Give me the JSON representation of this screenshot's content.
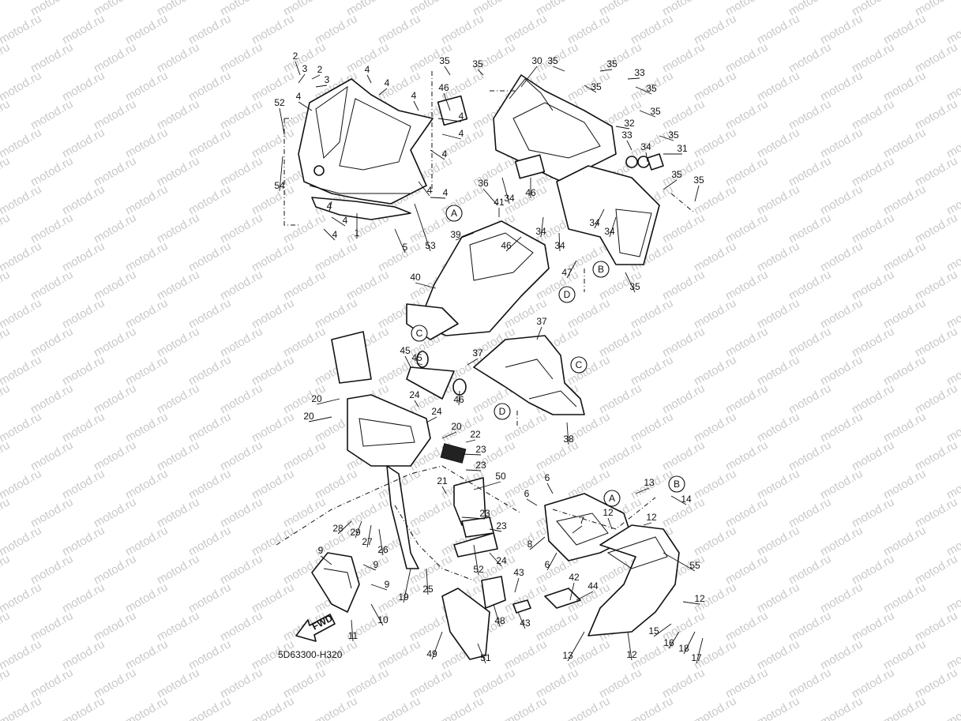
{
  "diagram": {
    "drawing_code": "5D63300-H320",
    "watermark": "motod.ru",
    "fwd_label": "FWD",
    "ref_circles": [
      "A",
      "A",
      "B",
      "B",
      "C",
      "C",
      "D",
      "D"
    ],
    "part_numbers": [
      "1",
      "2",
      "2",
      "3",
      "3",
      "4",
      "4",
      "4",
      "4",
      "4",
      "4",
      "4",
      "4",
      "4",
      "4",
      "4",
      "4",
      "5",
      "6",
      "6",
      "6",
      "7",
      "8",
      "9",
      "9",
      "9",
      "10",
      "11",
      "12",
      "12",
      "12",
      "12",
      "13",
      "13",
      "14",
      "15",
      "16",
      "17",
      "18",
      "19",
      "20",
      "20",
      "20",
      "21",
      "22",
      "23",
      "23",
      "23",
      "23",
      "24",
      "24",
      "24",
      "25",
      "26",
      "27",
      "28",
      "29",
      "30",
      "31",
      "32",
      "33",
      "33",
      "34",
      "34",
      "34",
      "34",
      "34",
      "34",
      "35",
      "35",
      "35",
      "35",
      "35",
      "35",
      "35",
      "35",
      "35",
      "35",
      "35",
      "36",
      "37",
      "37",
      "38",
      "39",
      "40",
      "41",
      "42",
      "43",
      "43",
      "44",
      "45",
      "45",
      "46",
      "46",
      "46",
      "46",
      "47",
      "48",
      "49",
      "50",
      "51",
      "52",
      "52",
      "53",
      "54",
      "55"
    ]
  }
}
